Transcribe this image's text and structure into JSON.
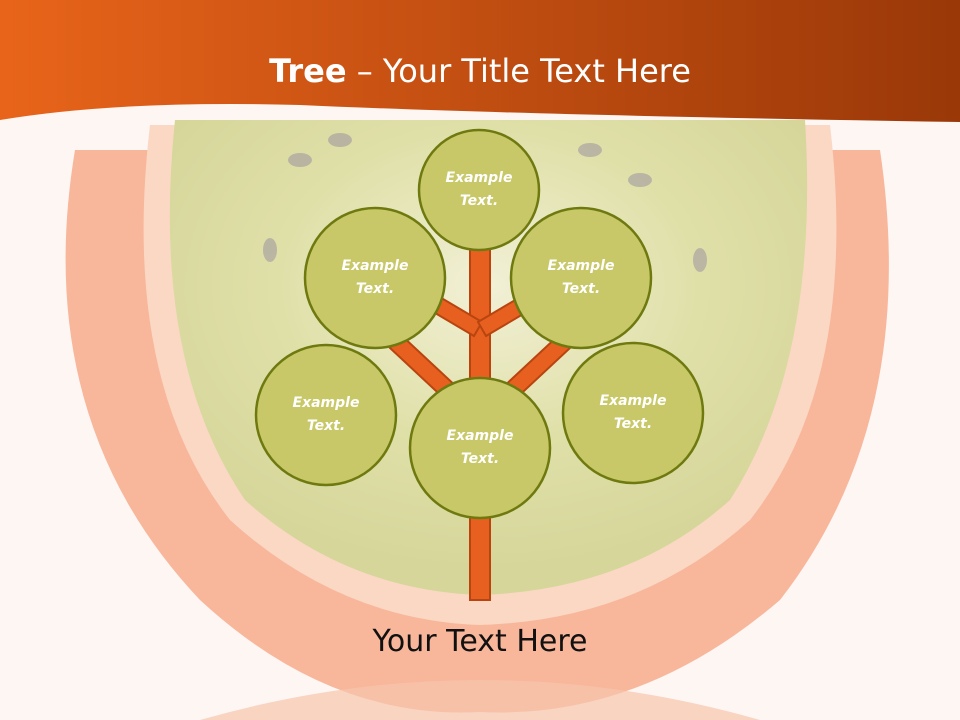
{
  "title": {
    "bold": "Tree",
    "dash": " – ",
    "rest": "Your Title Text Here"
  },
  "nodes": [
    {
      "line1": "Example",
      "line2": "Text."
    },
    {
      "line1": "Example",
      "line2": "Text."
    },
    {
      "line1": "Example",
      "line2": "Text."
    },
    {
      "line1": "Example",
      "line2": "Text."
    },
    {
      "line1": "Example",
      "line2": "Text."
    },
    {
      "line1": "Example",
      "line2": "Text."
    }
  ],
  "footer": "Your Text Here",
  "colors": {
    "header": "#e05a14",
    "branch": "#e86020",
    "node_fill": "#c8c868",
    "node_stroke": "#6e7a10"
  }
}
